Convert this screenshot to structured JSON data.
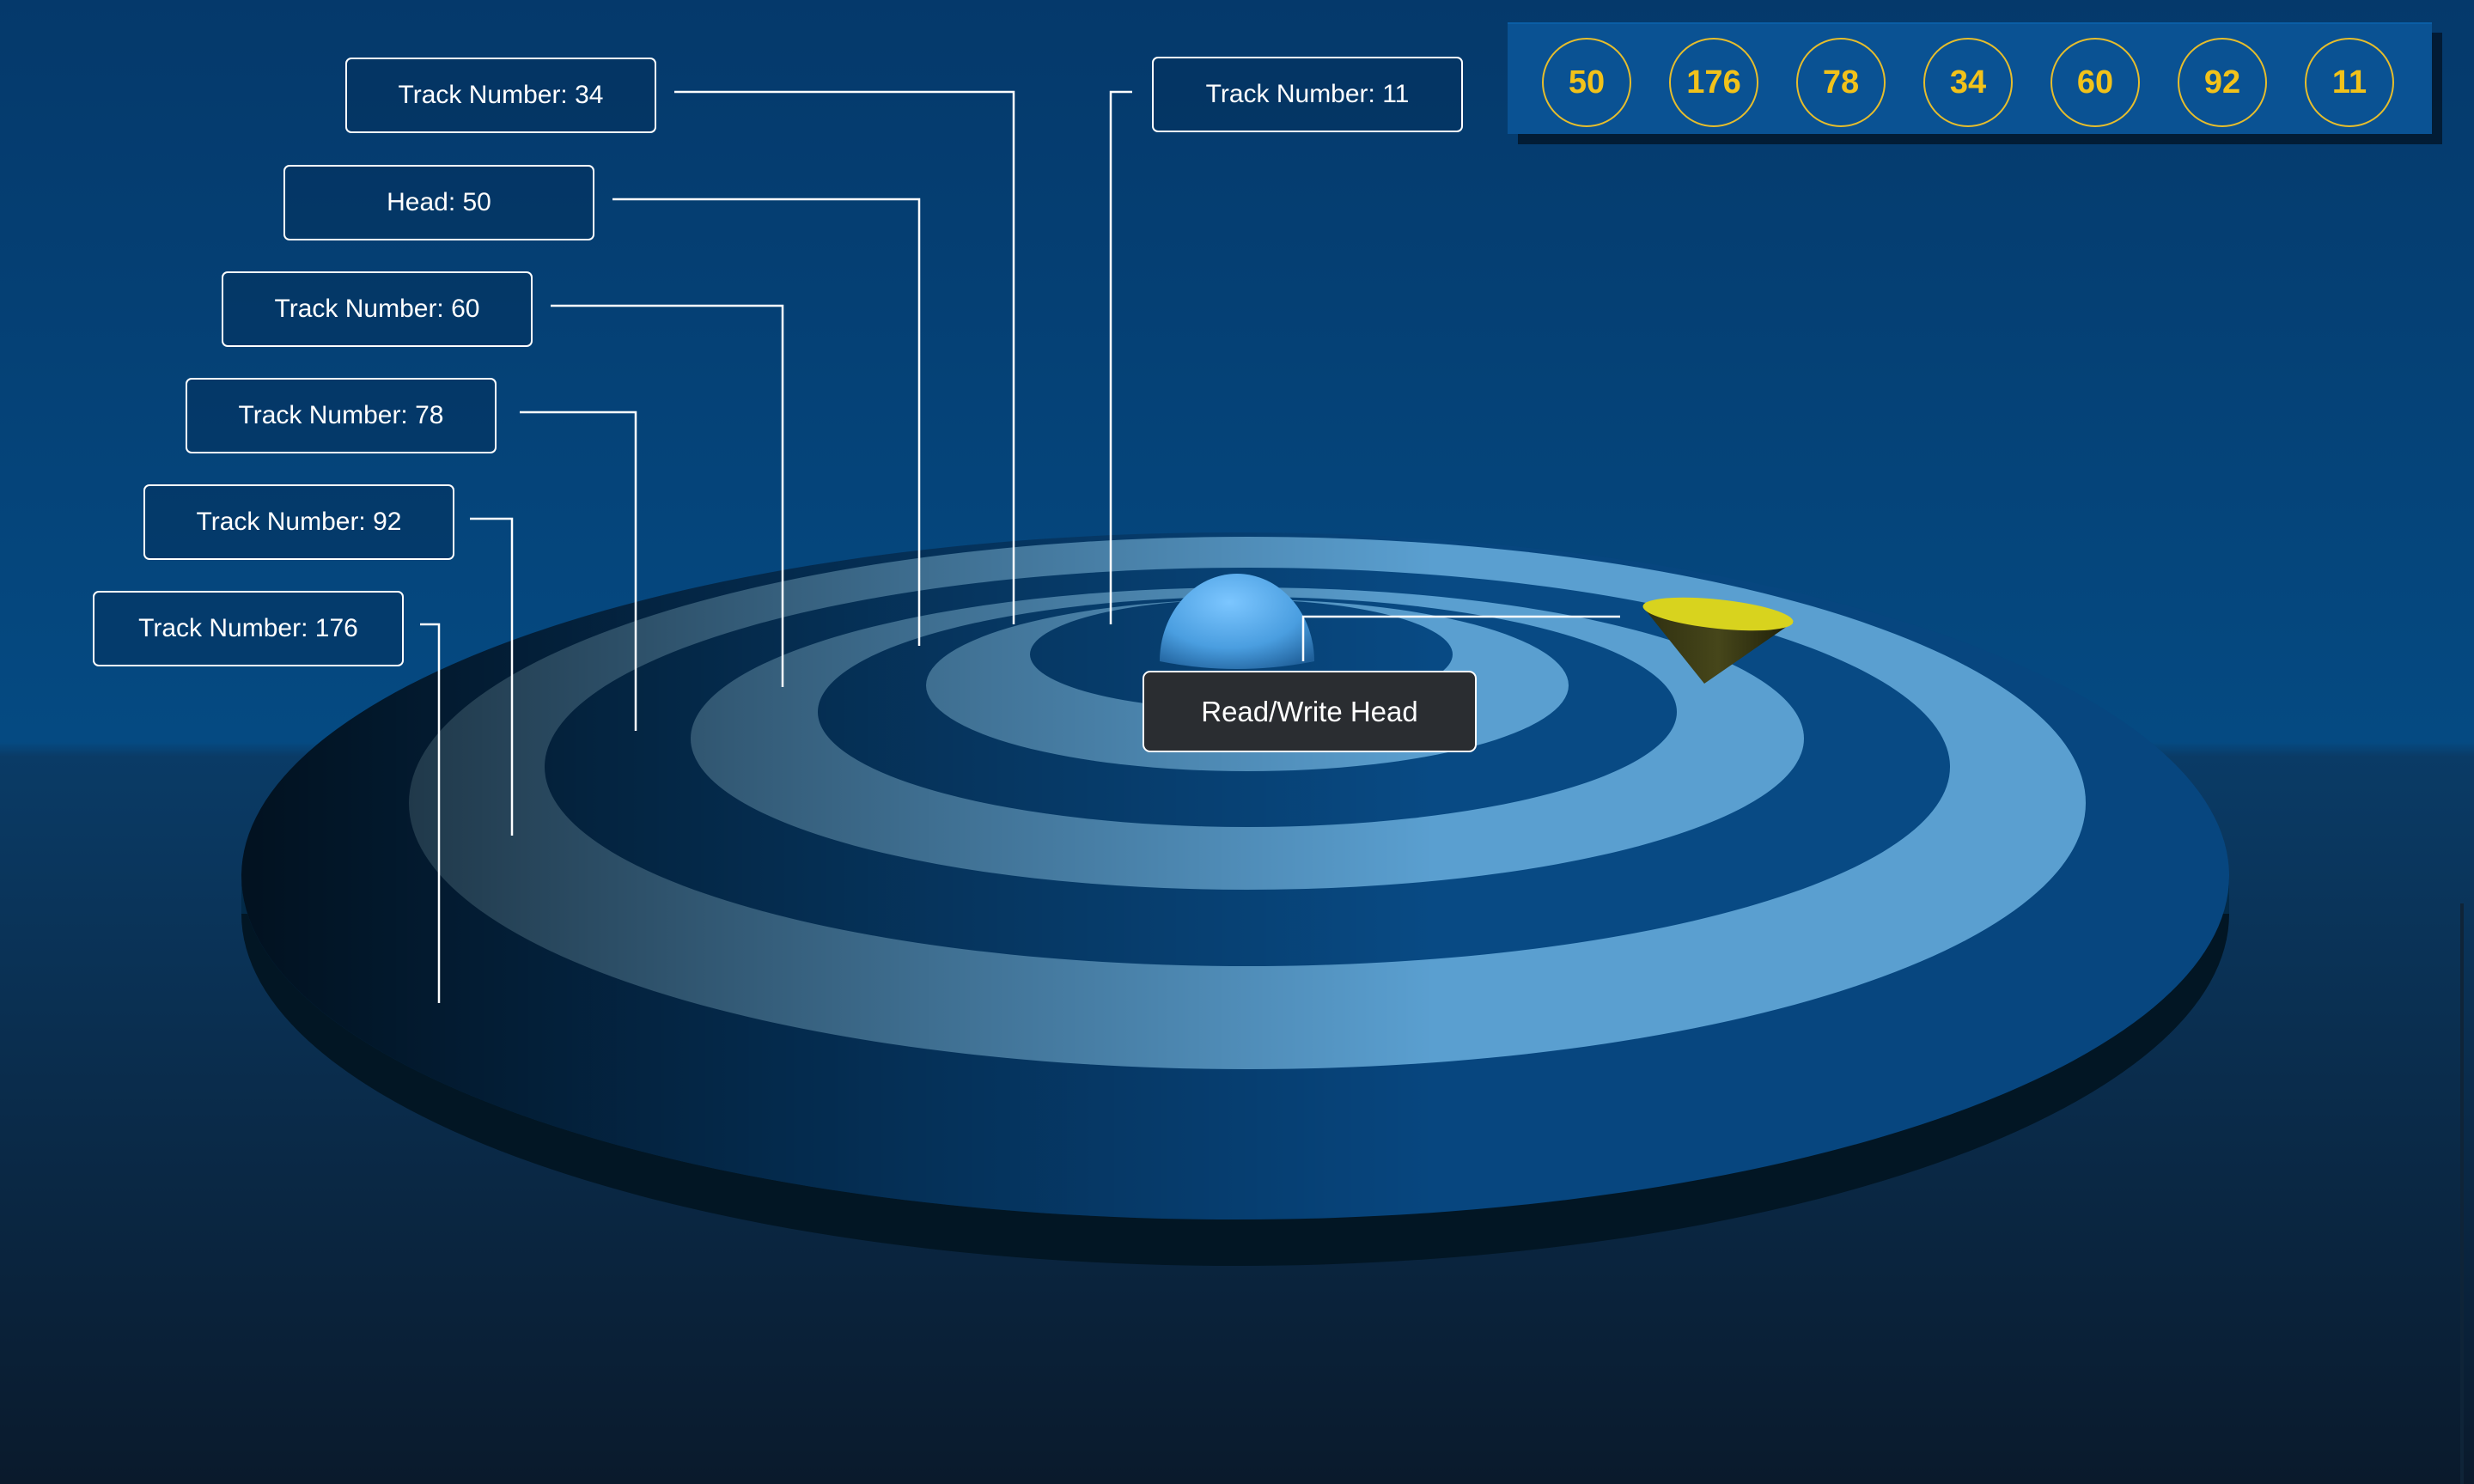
{
  "track_labels": [
    {
      "text": "Track Number: 34"
    },
    {
      "text": "Head: 50"
    },
    {
      "text": "Track Number: 60"
    },
    {
      "text": "Track Number: 78"
    },
    {
      "text": "Track Number: 92"
    },
    {
      "text": "Track Number: 176"
    },
    {
      "text": "Track Number: 11"
    }
  ],
  "read_write_head": {
    "label": "Read/Write Head"
  },
  "request_queue": [
    "50",
    "176",
    "78",
    "34",
    "60",
    "92",
    "11"
  ],
  "colors": {
    "background": "#062c52",
    "platter": "#07467f",
    "track_ring": "#5a9fd0",
    "spindle": "#56aef0",
    "head_cone": "#d8d31e",
    "queue_panel": "#0a5293",
    "queue_ring": "#e6bd2c",
    "queue_text": "#f2c21a"
  }
}
